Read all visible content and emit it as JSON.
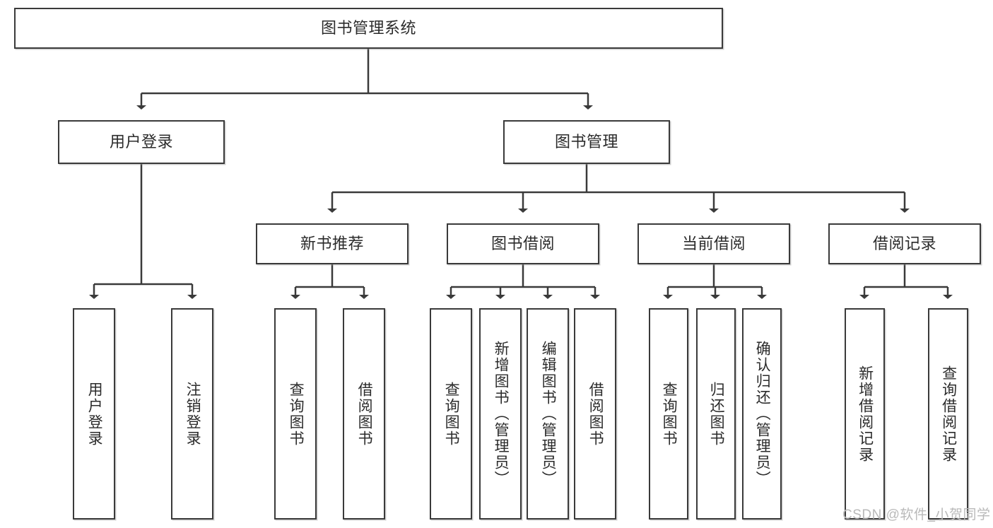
{
  "diagram": {
    "type": "hierarchy-tree",
    "title": "图书管理系统",
    "watermark": "CSDN @软件_小贺同学",
    "colors": {
      "stroke": "#3a3a3a",
      "fill": "#ffffff",
      "text": "#2b2b2b",
      "watermark": "#b9b9b9"
    },
    "nodes": {
      "root": {
        "label": "图书管理系统"
      },
      "level2": [
        {
          "label": "用户登录"
        },
        {
          "label": "图书管理"
        }
      ],
      "level3": [
        {
          "label": "新书推荐"
        },
        {
          "label": "图书借阅"
        },
        {
          "label": "当前借阅"
        },
        {
          "label": "借阅记录"
        }
      ],
      "leaves": {
        "user_login": [
          {
            "label": "用户登录"
          },
          {
            "label": "注销登录"
          }
        ],
        "new_book": [
          {
            "label": "查询图书"
          },
          {
            "label": "借阅图书"
          }
        ],
        "book_borrow": [
          {
            "label": "查询图书"
          },
          {
            "label": "新增图书（管理员）"
          },
          {
            "label": "编辑图书（管理员）"
          },
          {
            "label": "借阅图书"
          }
        ],
        "current_borrow": [
          {
            "label": "查询图书"
          },
          {
            "label": "归还图书"
          },
          {
            "label": "确认归还（管理员）"
          }
        ],
        "borrow_record": [
          {
            "label": "新增借阅记录"
          },
          {
            "label": "查询借阅记录"
          }
        ]
      }
    }
  }
}
